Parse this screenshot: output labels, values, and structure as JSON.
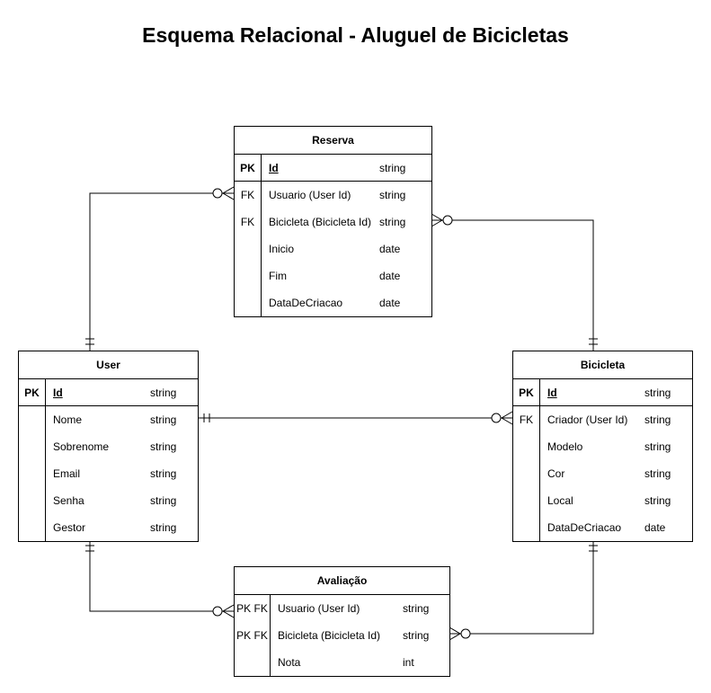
{
  "title": "Esquema Relacional - Aluguel de Bicicletas",
  "entities": {
    "reserva": {
      "name": "Reserva",
      "pk": {
        "key": "PK",
        "field": "Id",
        "type": "string"
      },
      "fields": [
        {
          "key": "FK",
          "field": "Usuario (User Id)",
          "type": "string"
        },
        {
          "key": "FK",
          "field": "Bicicleta (Bicicleta Id)",
          "type": "string"
        },
        {
          "key": "",
          "field": "Inicio",
          "type": "date"
        },
        {
          "key": "",
          "field": "Fim",
          "type": "date"
        },
        {
          "key": "",
          "field": "DataDeCriacao",
          "type": "date"
        }
      ]
    },
    "user": {
      "name": "User",
      "pk": {
        "key": "PK",
        "field": "Id",
        "type": "string"
      },
      "fields": [
        {
          "key": "",
          "field": "Nome",
          "type": "string"
        },
        {
          "key": "",
          "field": "Sobrenome",
          "type": "string"
        },
        {
          "key": "",
          "field": "Email",
          "type": "string"
        },
        {
          "key": "",
          "field": "Senha",
          "type": "string"
        },
        {
          "key": "",
          "field": "Gestor",
          "type": "string"
        }
      ]
    },
    "bicicleta": {
      "name": "Bicicleta",
      "pk": {
        "key": "PK",
        "field": "Id",
        "type": "string"
      },
      "fields": [
        {
          "key": "FK",
          "field": "Criador (User Id)",
          "type": "string"
        },
        {
          "key": "",
          "field": "Modelo",
          "type": "string"
        },
        {
          "key": "",
          "field": "Cor",
          "type": "string"
        },
        {
          "key": "",
          "field": "Local",
          "type": "string"
        },
        {
          "key": "",
          "field": "DataDeCriacao",
          "type": "date"
        }
      ]
    },
    "avaliacao": {
      "name": "Avaliação",
      "fields": [
        {
          "key": "PK FK",
          "field": "Usuario (User Id)",
          "type": "string"
        },
        {
          "key": "PK FK",
          "field": "Bicicleta (Bicicleta Id)",
          "type": "string"
        },
        {
          "key": "",
          "field": "Nota",
          "type": "int"
        }
      ]
    }
  }
}
